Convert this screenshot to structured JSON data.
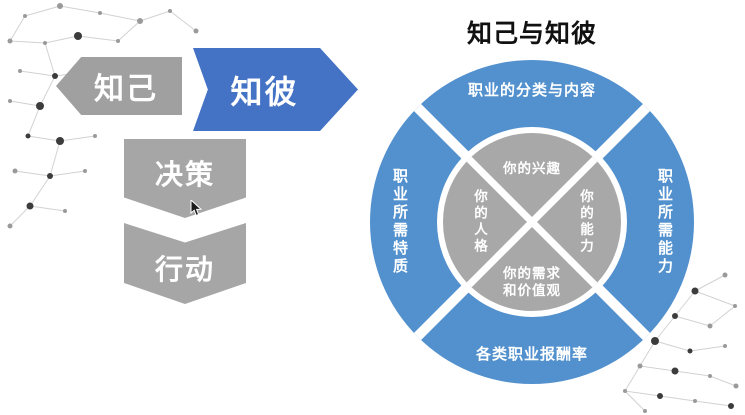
{
  "title": "知己与知彼",
  "flow": {
    "know_self_label": "知己",
    "know_other_label": "知彼",
    "decision_label": "决策",
    "action_label": "行动"
  },
  "wheel": {
    "outer_top": "职业的分类与内容",
    "outer_right": "职业所需能力",
    "outer_bottom": "各类职业报酬率",
    "outer_left": "职业所需特质",
    "inner_top": "你的兴趣",
    "inner_right": "你的能力",
    "inner_bottom_line1": "你的需求",
    "inner_bottom_line2": "和价值观",
    "inner_left": "你的人格"
  },
  "colors": {
    "accent_blue": "#4472c4",
    "wheel_blue": "#5291ce",
    "shape_gray": "#a6a6a6",
    "inner_gray": "#a8a8a8"
  }
}
